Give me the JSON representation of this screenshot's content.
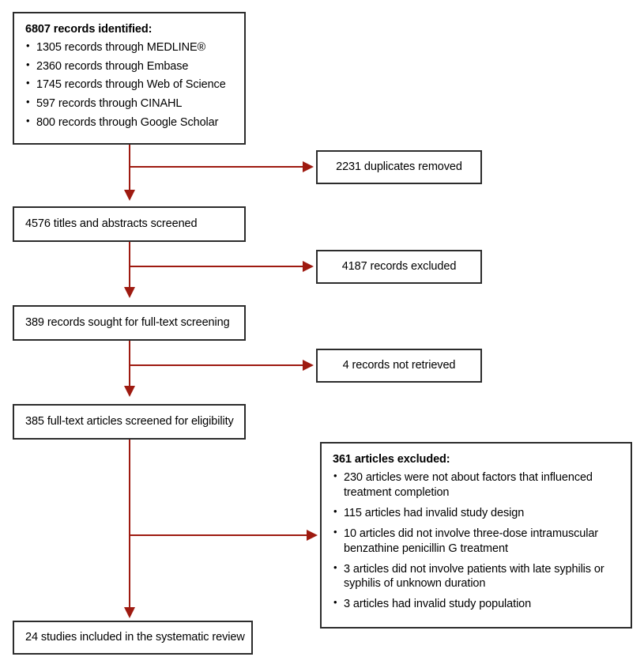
{
  "diagram": {
    "type": "prisma-flow-diagram",
    "accent_color": "#9e1a10",
    "box_border_color": "#2c2c2c",
    "background_color": "#ffffff"
  },
  "identification": {
    "heading": "6807 records identified:",
    "sources": [
      "1305 records through MEDLINE®",
      "2360 records through Embase",
      "1745 records through Web of Science",
      "597 records through CINAHL",
      "800 records through Google Scholar"
    ]
  },
  "duplicates": {
    "label": "2231 duplicates removed"
  },
  "screening": {
    "label": "4576 titles and abstracts screened"
  },
  "records_excluded": {
    "label": "4187 records excluded"
  },
  "sought": {
    "label": "389 records sought for full-text screening"
  },
  "not_retrieved": {
    "label": "4 records not retrieved"
  },
  "eligibility": {
    "label": "385 full-text articles screened for eligibility"
  },
  "excluded": {
    "heading": "361 articles excluded:",
    "reasons": [
      "230 articles were not about factors that influenced treatment completion",
      "115 articles had invalid study design",
      "10 articles did not involve three-dose intramuscular benzathine penicillin G treatment",
      "3 articles did not involve patients with late syphilis or syphilis of unknown duration",
      "3 articles had invalid study population"
    ]
  },
  "included": {
    "label": "24 studies included in the systematic review"
  }
}
